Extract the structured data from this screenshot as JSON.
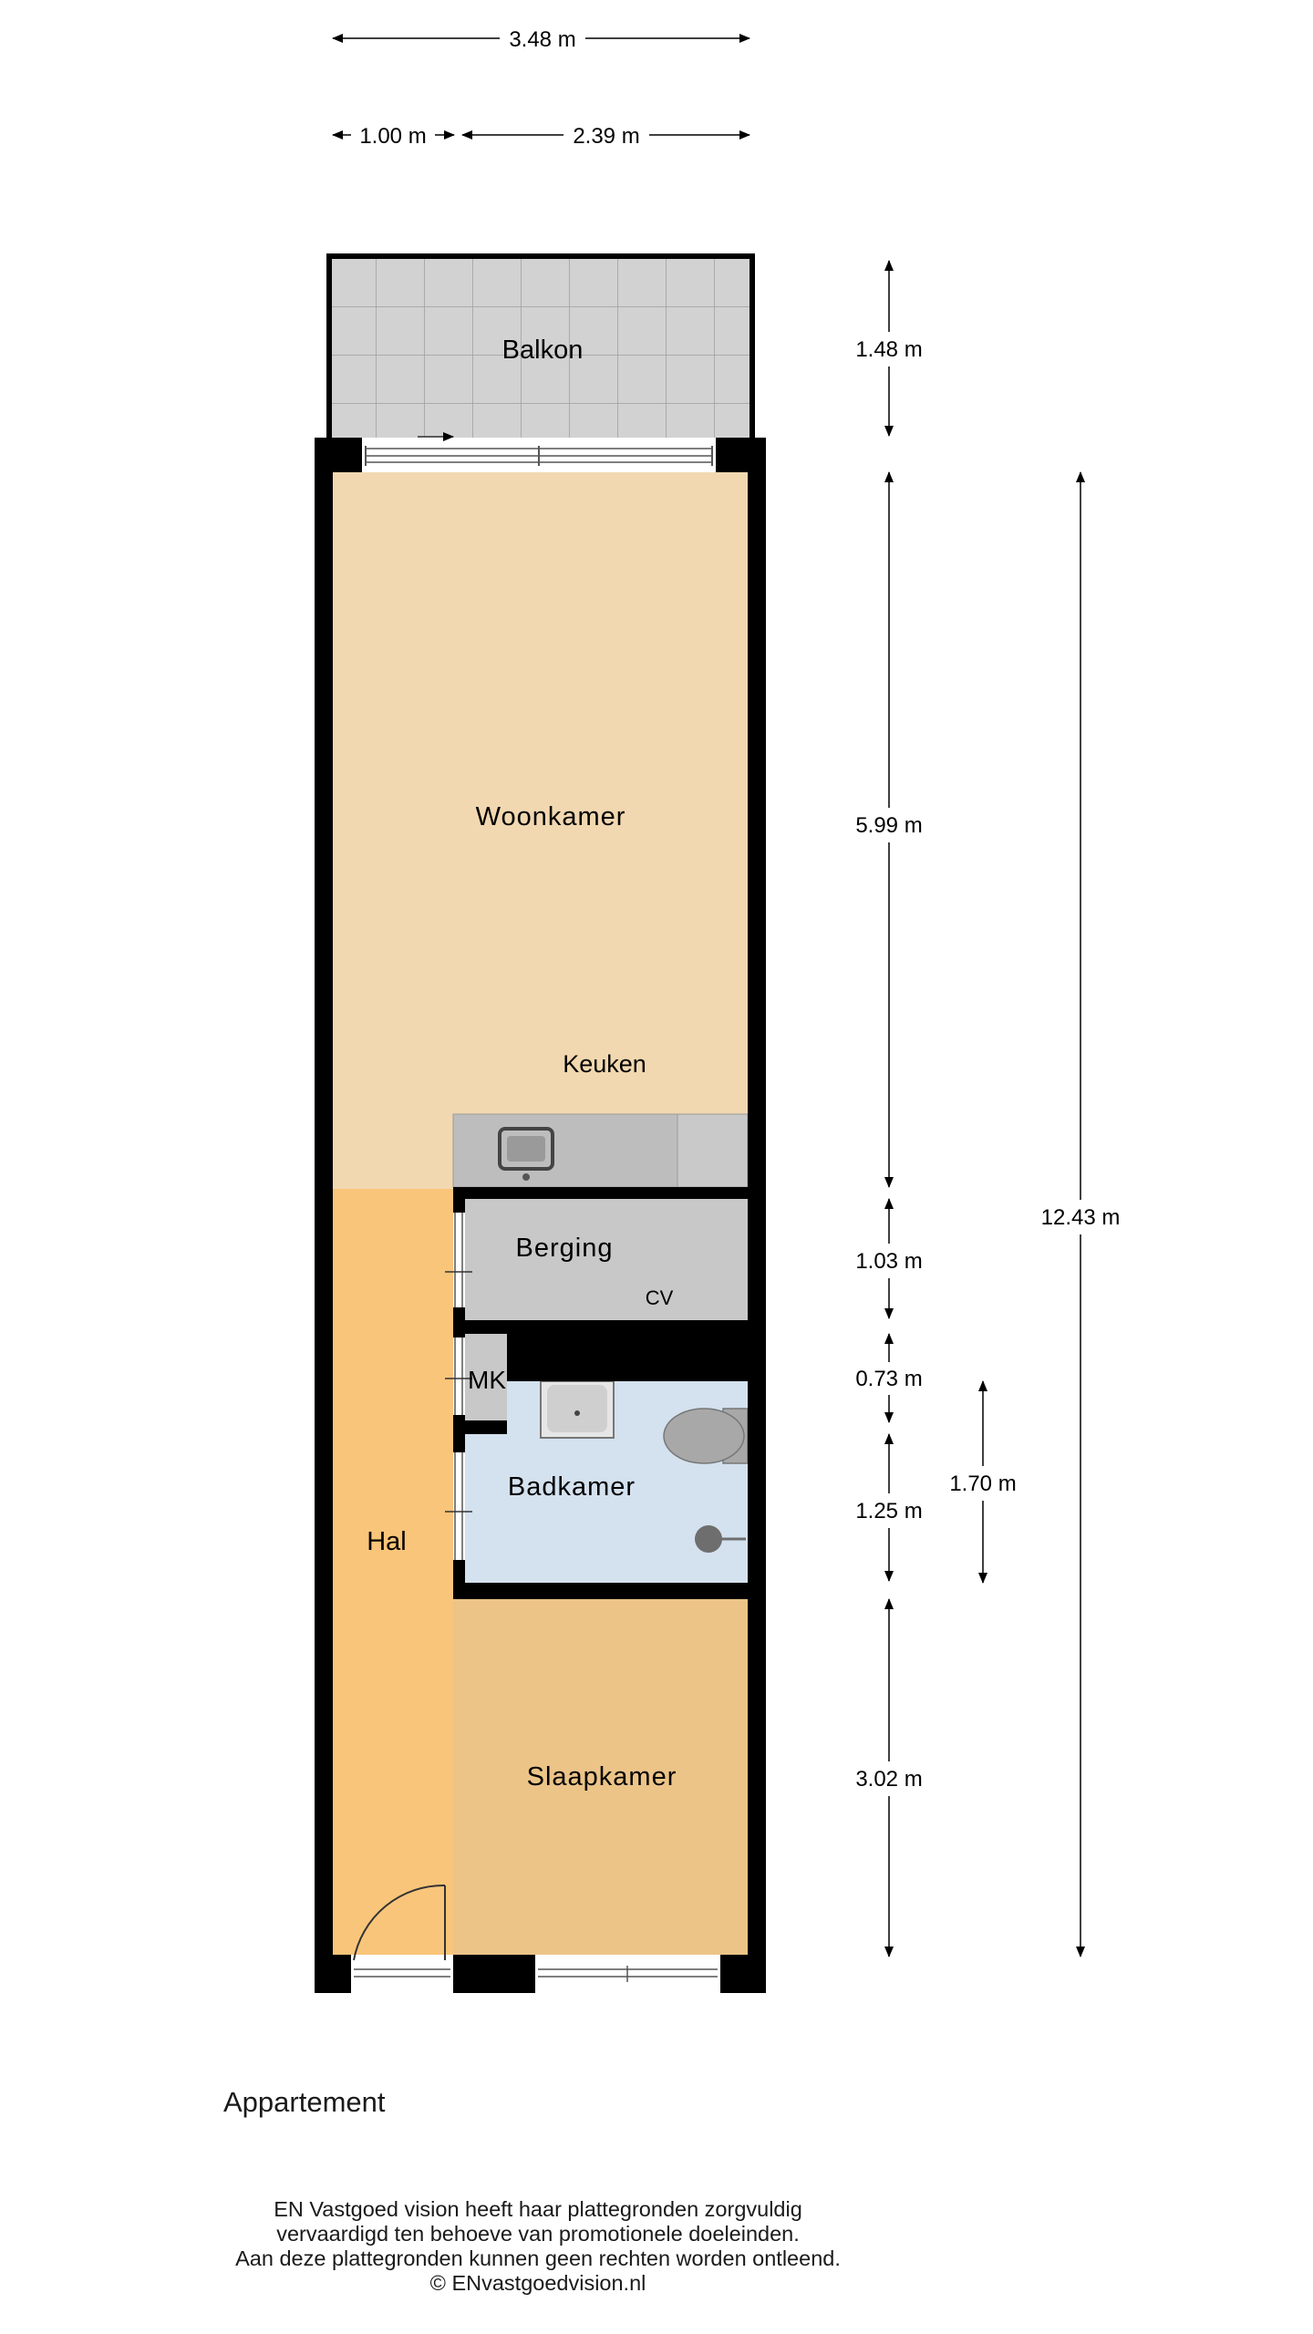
{
  "plan": {
    "caption": "Appartement",
    "rooms": {
      "balkon": "Balkon",
      "woonkamer": "Woonkamer",
      "keuken": "Keuken",
      "berging": "Berging",
      "cv": "CV",
      "mk": "MK",
      "badkamer": "Badkamer",
      "hal": "Hal",
      "slaapkamer": "Slaapkamer"
    },
    "dimensions": {
      "total_width": "3.48 m",
      "width_left": "1.00 m",
      "width_right": "2.39 m",
      "balkon_depth": "1.48 m",
      "woonkamer_depth": "5.99 m",
      "berging_depth": "1.03 m",
      "mk_depth": "0.73 m",
      "badkamer_depth": "1.25 m",
      "badkamer_total": "1.70 m",
      "slaapkamer_depth": "3.02 m",
      "total_depth": "12.43 m"
    }
  },
  "disclaimer": {
    "line1": "EN Vastgoed vision heeft haar plattegronden zorgvuldig",
    "line2": "vervaardigd ten behoeve van promotionele doeleinden.",
    "line3": "Aan deze plattegronden kunnen geen rechten worden ontleend.",
    "line4": "© ENvastgoedvision.nl"
  },
  "colors": {
    "woonkamer": "#f2d8b0",
    "hal": "#f9c57a",
    "slaapkamer": "#ecc488",
    "badkamer": "#d4e1ee",
    "berging": "#c8c8c8",
    "balkon": "#d2d2d2",
    "wall": "#000000"
  }
}
